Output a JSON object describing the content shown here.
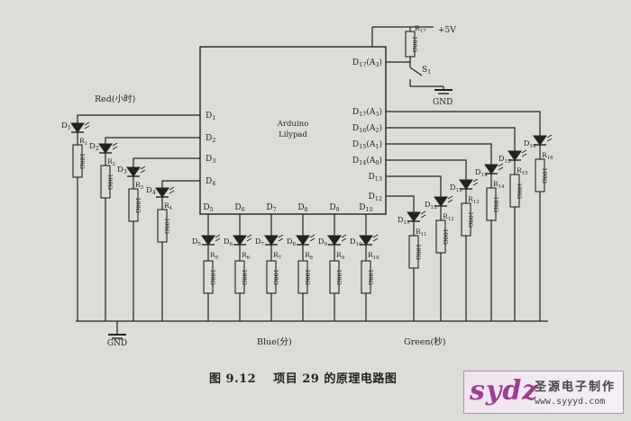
{
  "diagram": {
    "chip": {
      "name_line1": "Arduino",
      "name_line2": "Lilypad"
    },
    "pins_left": [
      "D1",
      "D2",
      "D3",
      "D4"
    ],
    "pins_bottom": [
      "D5",
      "D6",
      "D7",
      "D8",
      "D9",
      "D10"
    ],
    "pins_right": [
      "D17(A3)",
      "D16(A2)",
      "D15(A1)",
      "D14(A0)",
      "D13",
      "D12"
    ],
    "top_pin": "D17(A3)",
    "supply": "+5V",
    "switch": "S1",
    "pullup_resistor": "R17",
    "group_labels": {
      "red": "Red(小时)",
      "blue": "Blue(分)",
      "green": "Green(秒)"
    },
    "gnd": "GND",
    "leds": [
      "D1",
      "D2",
      "D3",
      "D4",
      "D5",
      "D6",
      "D7",
      "D8",
      "D9",
      "D10",
      "D11",
      "D12",
      "D13",
      "D14",
      "D15",
      "D16"
    ],
    "resistors": [
      "R1",
      "R2",
      "R3",
      "R4",
      "R5",
      "R6",
      "R7",
      "R8",
      "R9",
      "R10",
      "R11",
      "R12",
      "R13",
      "R14",
      "R15",
      "R16"
    ],
    "resistor_value": "100Ω"
  },
  "caption": {
    "figure": "图 9.12",
    "text": "项目 29 的原理电路图"
  },
  "watermark": {
    "script": "sydz",
    "name": "圣源电子制作",
    "url": "www.syyyd.com"
  },
  "colors": {
    "ink": "#222222",
    "paper": "#dcdcd8",
    "logo_accent": "#9b3f8f"
  }
}
